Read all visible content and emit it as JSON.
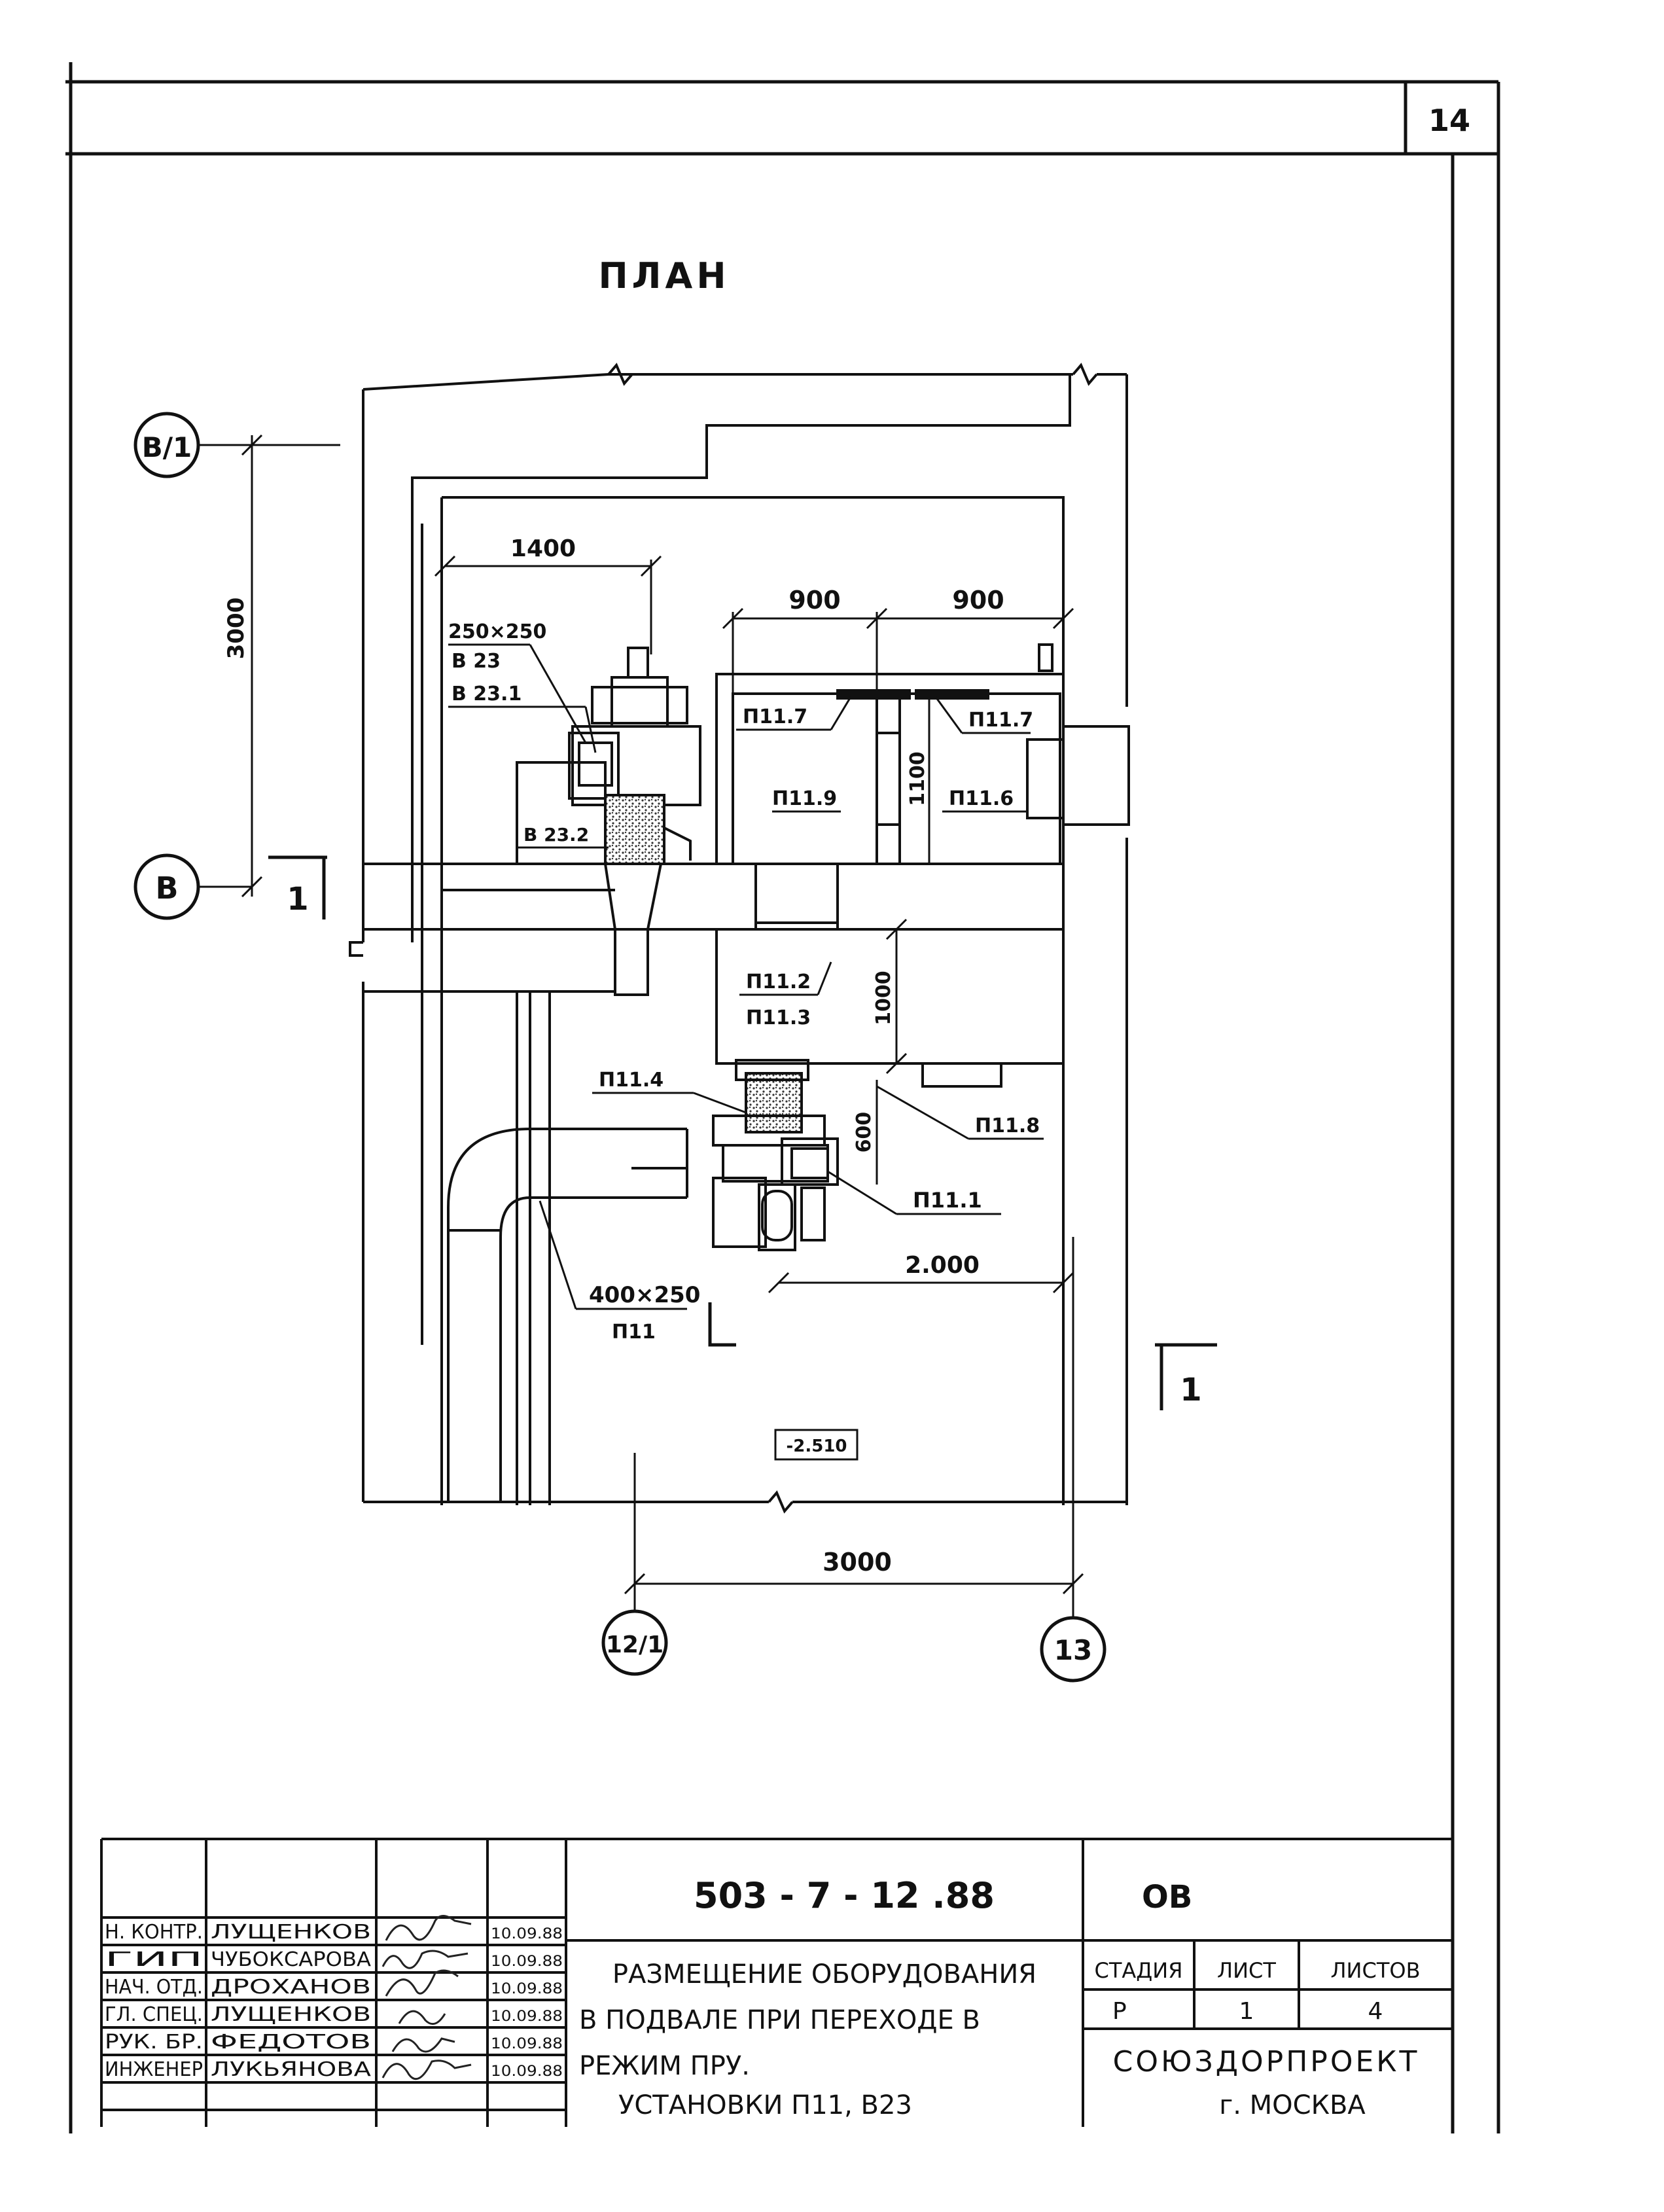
{
  "sheet": {
    "page_number": "14"
  },
  "plan": {
    "title": "ПЛАН",
    "axes": {
      "b1": "В/1",
      "b": "В",
      "a12_1": "12/1",
      "a13": "13"
    },
    "dimensions": {
      "d3000_vertical": "3000",
      "d1400": "1400",
      "d900_left": "900",
      "d900_right": "900",
      "d1100": "1100",
      "d1000": "1000",
      "d600": "600",
      "d2000": "2.000",
      "d3000_bottom": "3000"
    },
    "labels": {
      "duct_250": "250×250",
      "v23": "В 23",
      "v23_1": "В 23.1",
      "v23_2": "В 23.2",
      "p11_7a": "П11.7",
      "p11_7b": "П11.7",
      "p11_9": "П11.9",
      "p11_6": "П11.6",
      "p11_2": "П11.2",
      "p11_3": "П11.3",
      "p11_4": "П11.4",
      "p11_8": "П11.8",
      "p11_1": "П11.1",
      "duct_400": "400×250",
      "p11": "П11",
      "level": "-2.510"
    },
    "section": {
      "left": "1",
      "right": "1"
    }
  },
  "title_block": {
    "code": "503 - 7 - 12 .88",
    "part": "ОВ",
    "title_lines": [
      "РАЗМЕЩЕНИЕ ОБОРУДОВАНИЯ",
      "В ПОДВАЛЕ ПРИ ПЕРЕХОДЕ В",
      "РЕЖИМ ПРУ.",
      "УСТАНОВКИ П11, В23"
    ],
    "headers": {
      "stage": "СТАДИЯ",
      "sheet": "ЛИСТ",
      "sheets": "ЛИСТОВ"
    },
    "values": {
      "stage": "Р",
      "sheet": "1",
      "sheets": "4"
    },
    "org": {
      "name": "СОЮЗДОРПРОЕКТ",
      "city": "г. МОСКВА"
    },
    "signers": [
      {
        "role": "Н. КОНТР.",
        "name": "ЛУЩЕНКОВ",
        "date": "10.09.88"
      },
      {
        "role": "ГИП",
        "name": "ЧУБОКСАРОВА",
        "date": "10.09.88"
      },
      {
        "role": "НАЧ. ОТД.",
        "name": "ДРОХАНОВ",
        "date": "10.09.88"
      },
      {
        "role": "ГЛ. СПЕЦ.",
        "name": "ЛУЩЕНКОВ",
        "date": "10.09.88"
      },
      {
        "role": "РУК. БР.",
        "name": "ФЕДОТОВ",
        "date": "10.09.88"
      },
      {
        "role": "ИНЖЕНЕР",
        "name": "ЛУКЬЯНОВА",
        "date": "10.09.88"
      }
    ]
  }
}
